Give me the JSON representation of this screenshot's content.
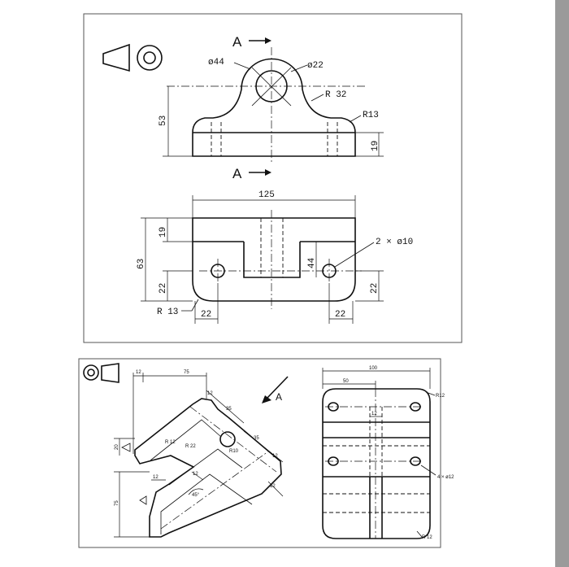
{
  "fig1": {
    "section_top": "A",
    "section_bottom": "A",
    "dia_outer": "ø44",
    "dia_inner": "ø22",
    "radius_boss": "R 32",
    "radius_fillet": "R13",
    "height_total_front": "53",
    "height_base": "19",
    "width_total": "125",
    "height_top": "19",
    "height_total_plan": "63",
    "slot_depth": "44",
    "hole_offset_left": "22",
    "hole_offset_right": "22",
    "holes_note": "2 × ø10",
    "radius_corner": "R 13",
    "hole_x_left": "22",
    "hole_x_right": "22"
  },
  "fig2": {
    "arrow_label": "A",
    "dim_12_top": "12",
    "dim_75_top": "75",
    "dim_12_a": "12",
    "dim_35_a": "35",
    "dim_35_b": "35",
    "dim_12_b": "12",
    "dim_12_c": "12",
    "r12": "R 12",
    "r22": "R 22",
    "r10": "R10",
    "dim_20": "20",
    "dim_12_d": "12",
    "dim_12_e": "12",
    "angle": "45°",
    "dim_75_left": "75",
    "plan_100": "100",
    "plan_50": "50",
    "plan_r12": "R12",
    "plan_12": "12",
    "plan_holes": "4 × ø12",
    "plan_r12_bottom": "R 12"
  },
  "colors": {
    "line": "#111111",
    "frame": "#555555",
    "scrollbar": "#9a9a9a"
  }
}
